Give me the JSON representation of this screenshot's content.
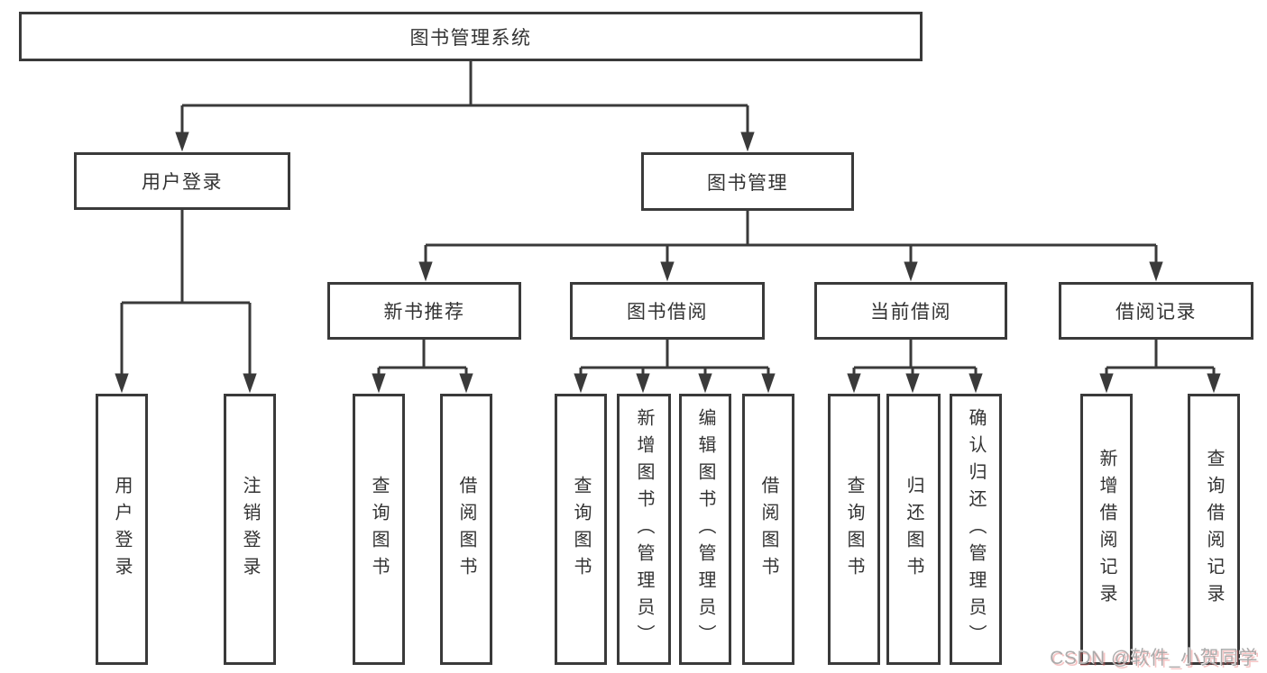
{
  "tree": {
    "label": "图书管理系统",
    "children": [
      {
        "label": "用户登录",
        "children": [
          {
            "label": "用户登录"
          },
          {
            "label": "注销登录"
          }
        ]
      },
      {
        "label": "图书管理",
        "children": [
          {
            "label": "新书推荐",
            "children": [
              {
                "label": "查询图书"
              },
              {
                "label": "借阅图书"
              }
            ]
          },
          {
            "label": "图书借阅",
            "children": [
              {
                "label": "查询图书"
              },
              {
                "label": "新增图书（管理员）"
              },
              {
                "label": "编辑图书（管理员）"
              },
              {
                "label": "借阅图书"
              }
            ]
          },
          {
            "label": "当前借阅",
            "children": [
              {
                "label": "查询图书"
              },
              {
                "label": "归还图书"
              },
              {
                "label": "确认归还（管理员）"
              }
            ]
          },
          {
            "label": "借阅记录",
            "children": [
              {
                "label": "新增借阅记录"
              },
              {
                "label": "查询借阅记录"
              }
            ]
          }
        ]
      }
    ]
  },
  "watermark": {
    "text": "CSDN @软件_小贺同学"
  },
  "colors": {
    "line": "#3a3a3a",
    "box_border": "#3a3a3a",
    "text": "#333333",
    "watermark_gray": "#ababab",
    "watermark_shadow_red": "#e76565",
    "background": "#ffffff"
  }
}
